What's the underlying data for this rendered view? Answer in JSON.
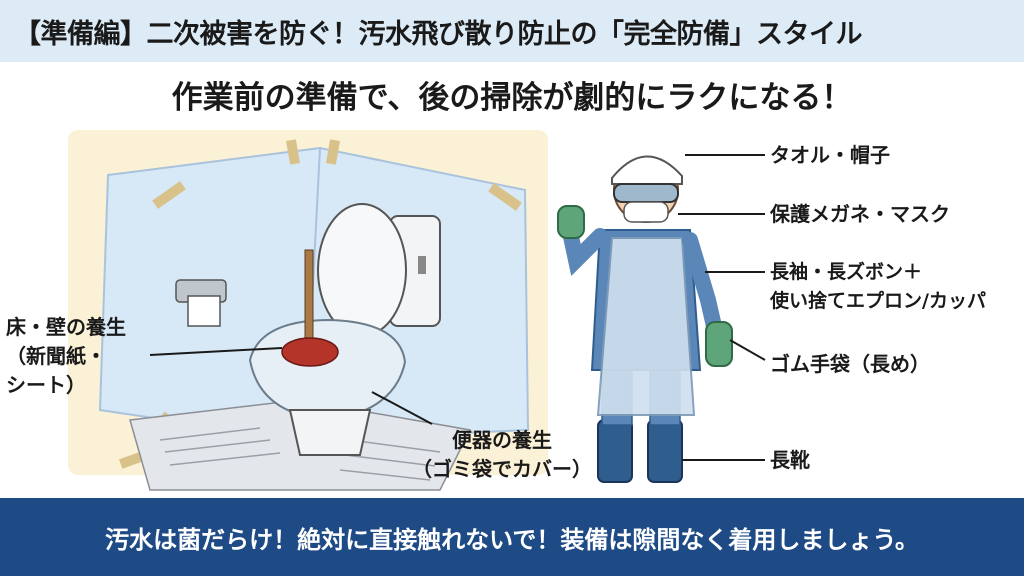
{
  "header": {
    "title": "【準備編】二次被害を防ぐ！汚水飛び散り防止の「完全防備」スタイル",
    "subtitle": "作業前の準備で、後の掃除が劇的にラクになる！"
  },
  "scene_labels": {
    "floor_wall_line1": "床・壁の養生",
    "floor_wall_line2": "（新聞紙・",
    "floor_wall_line3": "シート）",
    "toilet_line1": "便器の養生",
    "toilet_line2": "（ゴミ袋でカバー）"
  },
  "gear_labels": {
    "towel_hat": "タオル・帽子",
    "goggles_mask": "保護メガネ・マスク",
    "clothing_line1": "長袖・長ズボン＋",
    "clothing_line2": "使い捨てエプロン/カッパ",
    "gloves": "ゴム手袋（長め）",
    "boots": "長靴"
  },
  "footer": {
    "message": "汚水は菌だらけ！絶対に直接触れないで！装備は隙間なく着用しましょう。"
  },
  "colors": {
    "title_bg": "#dcebf6",
    "footer_bg": "#1e4a86",
    "wall_bg": "#fbf1d6",
    "plastic_sheet": "#d7e8f6",
    "tape": "#d9c28a",
    "plunger_cup": "#b5342a",
    "glove": "#5fa57a",
    "boot": "#2f5d8e"
  }
}
